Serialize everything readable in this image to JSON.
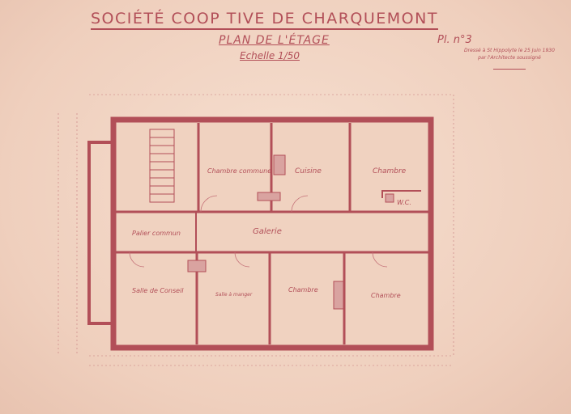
{
  "header": {
    "title": "SOCIÉTÉ COOP TIVE DE CHARQUEMONT",
    "subtitle": "PLAN DE L'ÉTAGE",
    "scale": "Echelle 1/50",
    "plate": "Pl. n°3",
    "note_line1": "Dressé à St Hippolyte le 25 Juin 1930",
    "note_line2": "par l'Architecte soussigné"
  },
  "rooms": {
    "chambre_commune": "Chambre commune",
    "cuisine": "Cuisine",
    "chambre_ne": "Chambre",
    "wc": "W.C.",
    "galerie": "Galerie",
    "palier": "Palier commun",
    "salle_conseil": "Salle de Conseil",
    "salle_manger": "Salle à manger",
    "chambre_s": "Chambre",
    "chambre_se": "Chambre"
  },
  "colors": {
    "ink": "#b24f58",
    "paper": "#f2d6c4"
  }
}
